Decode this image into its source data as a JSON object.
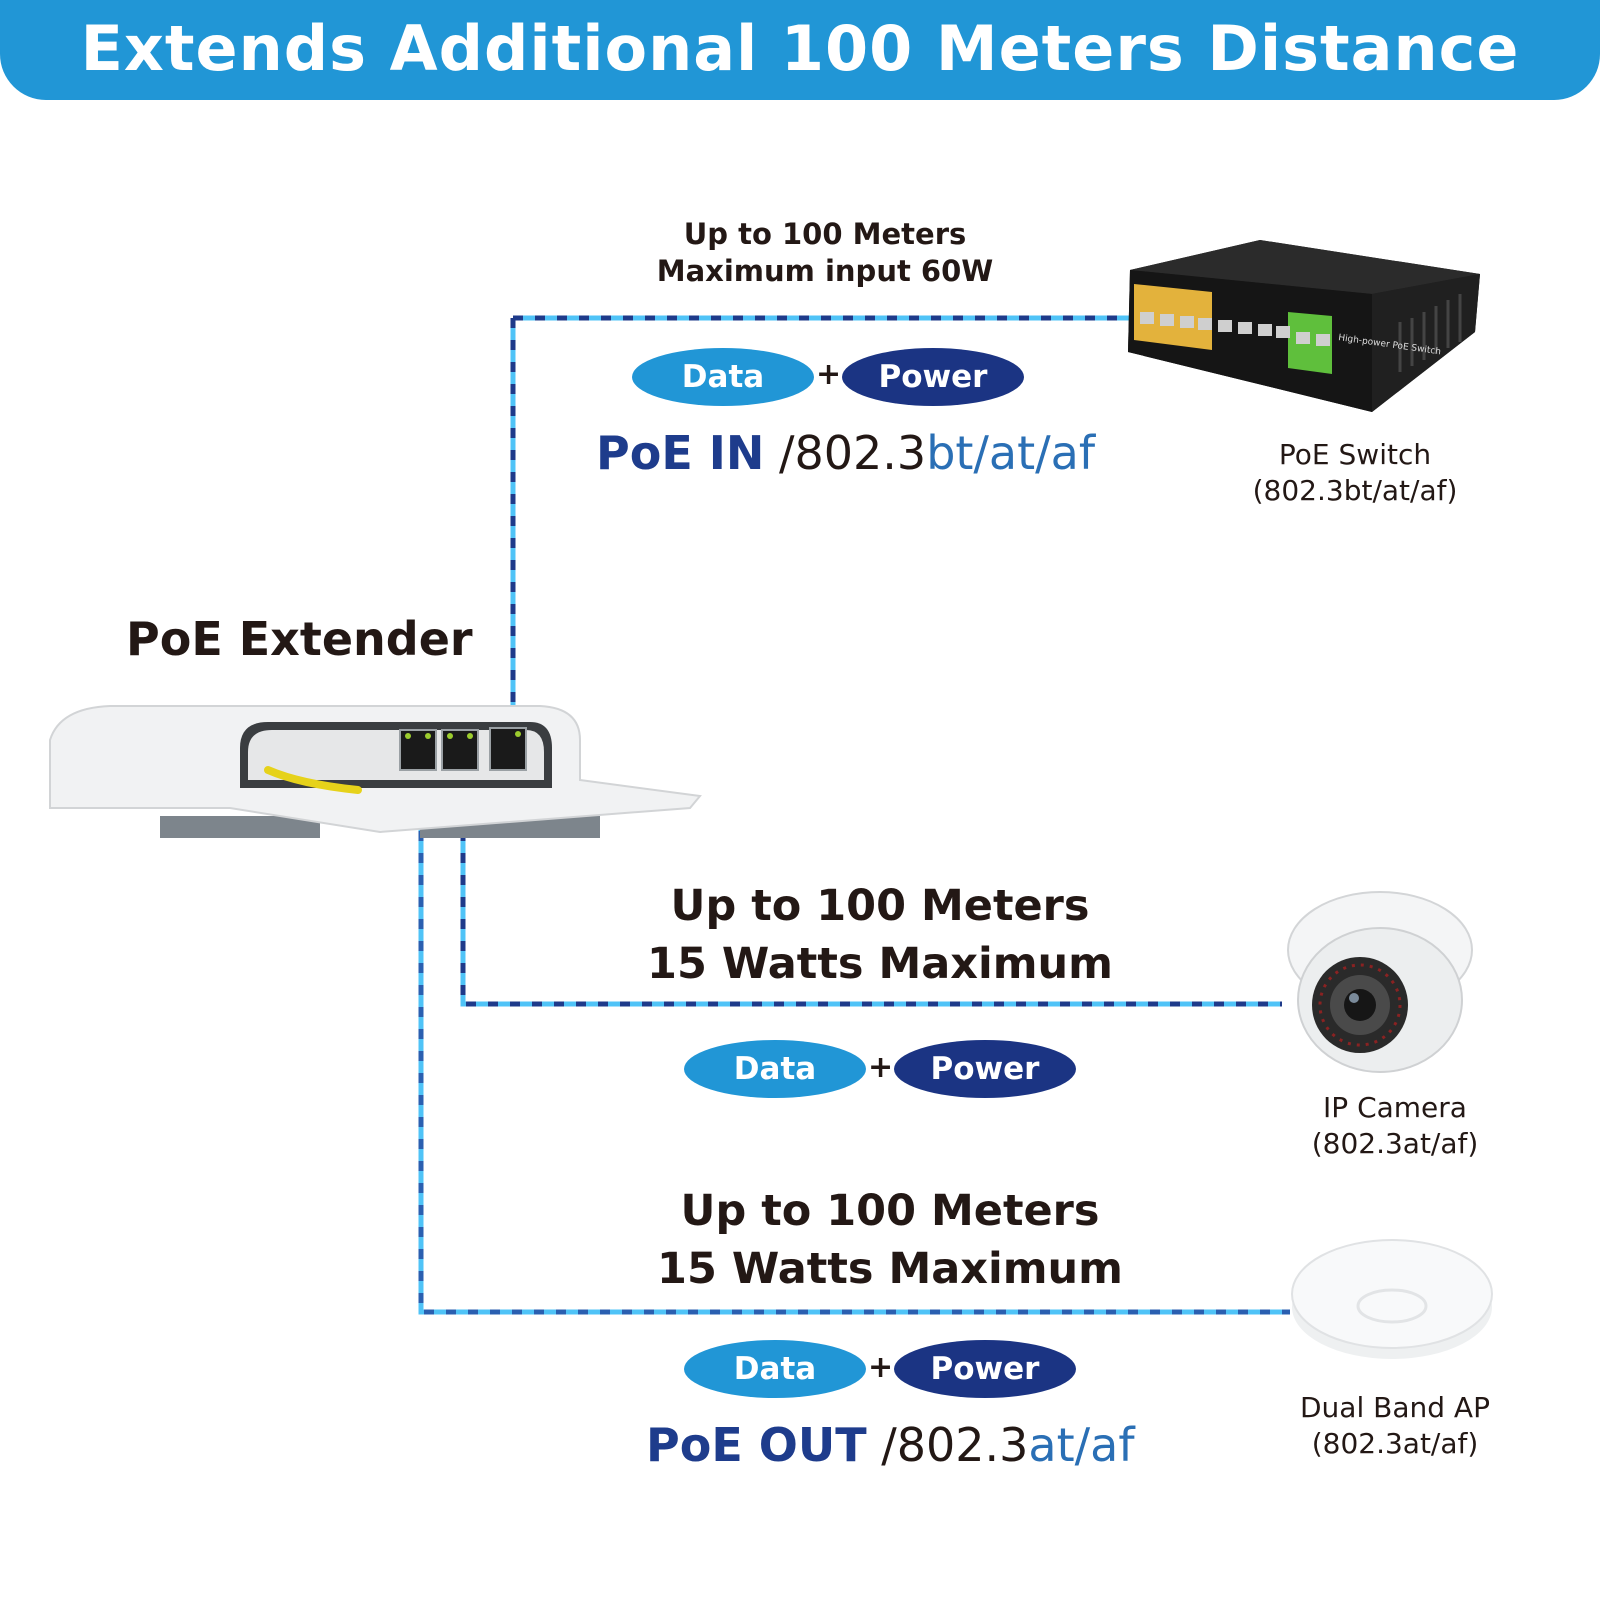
{
  "banner": {
    "title": "Extends Additional 100 Meters Distance",
    "color": "#2196d6"
  },
  "extender": {
    "label": "PoE Extender"
  },
  "pill_labels": {
    "data": "Data",
    "power": "Power",
    "plus": "+"
  },
  "colors": {
    "data_pill": "#2196d6",
    "power_pill": "#1b3483",
    "line_light": "#4fc3f7",
    "line_dark": "#1e3a8a"
  },
  "links": {
    "input": {
      "caption": "Up to 100 Meters\nMaximum input 60W",
      "standard_prefix": "PoE IN",
      "standard_sep": " /802.3",
      "standard_suffix": "bt/at/af"
    },
    "camera": {
      "caption": "Up to 100 Meters\n15 Watts Maximum"
    },
    "ap": {
      "caption": "Up to 100 Meters\n15 Watts Maximum",
      "standard_prefix": "PoE OUT",
      "standard_sep": " /802.3",
      "standard_suffix": "at/af"
    }
  },
  "devices": {
    "switch": {
      "label": "PoE Switch\n(802.3bt/at/af)",
      "brand_text": "High-power PoE Switch"
    },
    "camera": {
      "label": "IP Camera\n(802.3at/af)"
    },
    "ap": {
      "label": "Dual Band AP\n(802.3at/af)"
    }
  }
}
